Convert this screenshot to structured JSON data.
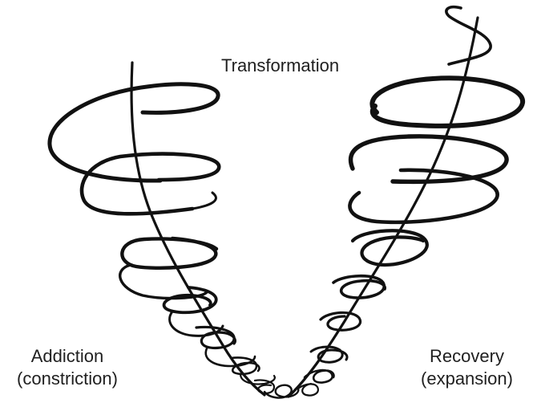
{
  "title": "Transformation",
  "addiction": {
    "line1": "Addiction",
    "line2": "(constriction)"
  },
  "recovery": {
    "line1": "Recovery",
    "line2": "(expansion)"
  },
  "colors": {
    "stroke": "#111111",
    "text": "#1f1f1f",
    "background": "#ffffff"
  }
}
